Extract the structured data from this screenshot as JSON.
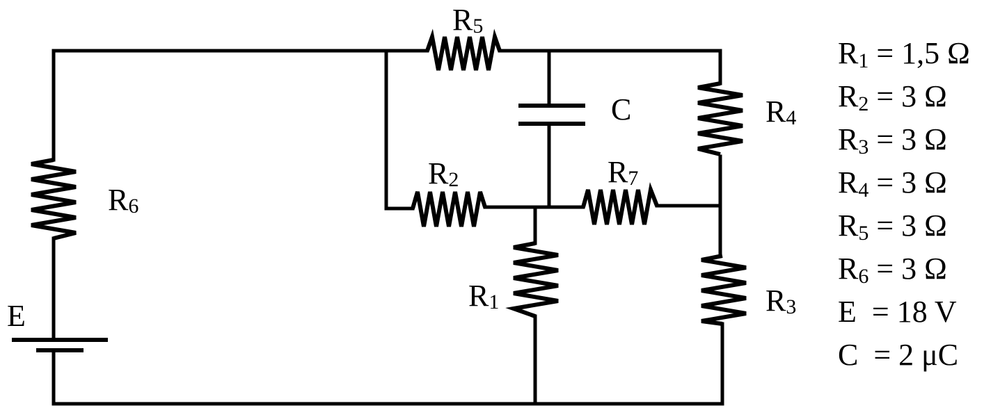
{
  "labels": {
    "R5": {
      "main": "R",
      "sub": "5"
    },
    "R4": {
      "main": "R",
      "sub": "4"
    },
    "R6": {
      "main": "R",
      "sub": "6"
    },
    "R2": {
      "main": "R",
      "sub": "2"
    },
    "R7": {
      "main": "R",
      "sub": "7"
    },
    "R1": {
      "main": "R",
      "sub": "1"
    },
    "R3": {
      "main": "R",
      "sub": "3"
    },
    "C": "C",
    "E": "E"
  },
  "legend": [
    {
      "name": "R",
      "sub": "1",
      "value": " = 1,5 Ω"
    },
    {
      "name": "R",
      "sub": "2",
      "value": " = 3 Ω"
    },
    {
      "name": "R",
      "sub": "3",
      "value": " = 3 Ω"
    },
    {
      "name": "R",
      "sub": "4",
      "value": " = 3 Ω"
    },
    {
      "name": "R",
      "sub": "5",
      "value": " = 3 Ω"
    },
    {
      "name": "R",
      "sub": "6",
      "value": " = 3 Ω"
    },
    {
      "name": "E",
      "sub": "",
      "value": "  = 18 V"
    },
    {
      "name": "C",
      "sub": "",
      "value": "  = 2 μC"
    }
  ]
}
